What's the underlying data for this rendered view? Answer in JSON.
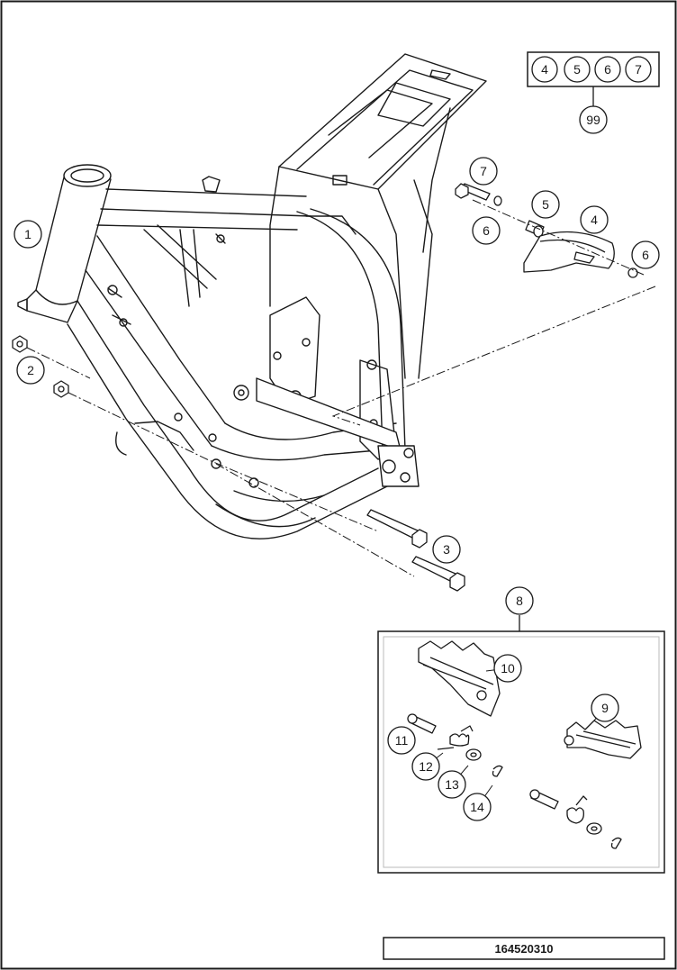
{
  "callouts": [
    {
      "id": "c1",
      "label": "1"
    },
    {
      "id": "c2",
      "label": "2"
    },
    {
      "id": "c3",
      "label": "3"
    },
    {
      "id": "c4",
      "label": "4"
    },
    {
      "id": "c5",
      "label": "5"
    },
    {
      "id": "c6a",
      "label": "6"
    },
    {
      "id": "c6b",
      "label": "6"
    },
    {
      "id": "c7",
      "label": "7"
    },
    {
      "id": "c8",
      "label": "8"
    },
    {
      "id": "c9",
      "label": "9"
    },
    {
      "id": "c10",
      "label": "10"
    },
    {
      "id": "c11",
      "label": "11"
    },
    {
      "id": "c12",
      "label": "12"
    },
    {
      "id": "c13",
      "label": "13"
    },
    {
      "id": "c14",
      "label": "14"
    }
  ],
  "kit": {
    "items": [
      "4",
      "5",
      "6",
      "7"
    ],
    "kit_label": "99"
  },
  "footer": {
    "drawing_number": "164520310"
  },
  "colors": {
    "line": "#1a1a1a",
    "frame_outline": "#999999",
    "background": "#ffffff"
  }
}
